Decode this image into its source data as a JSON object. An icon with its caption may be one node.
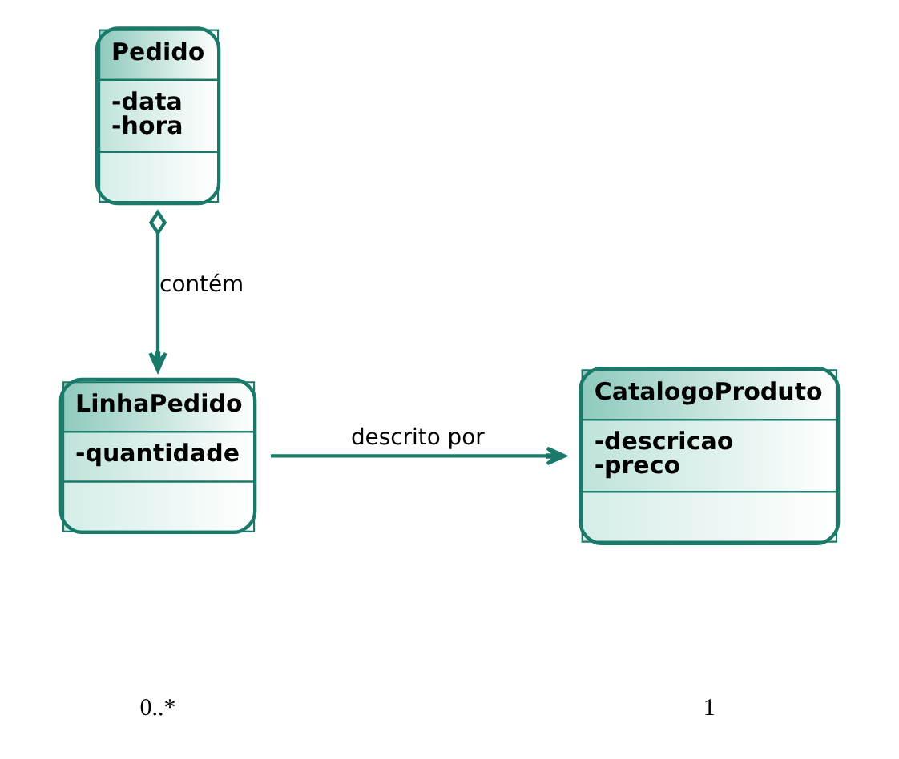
{
  "diagram": {
    "nodes": [
      {
        "text": [
          "Pedido",
          "-data",
          "-hora"
        ]
      },
      {
        "text": [
          "LinhaPedido",
          "-quantidade"
        ]
      },
      {
        "text": [
          "CatalogoProduto",
          "-descricao",
          "-preco"
        ]
      }
    ],
    "edges": [
      {
        "from": 0,
        "to": 1,
        "arrow": "to",
        "label": "contém"
      },
      {
        "from": 1,
        "to": 2,
        "arrow": "to",
        "label": "descrito por"
      }
    ],
    "labels": [
      "0..*",
      "1"
    ]
  }
}
